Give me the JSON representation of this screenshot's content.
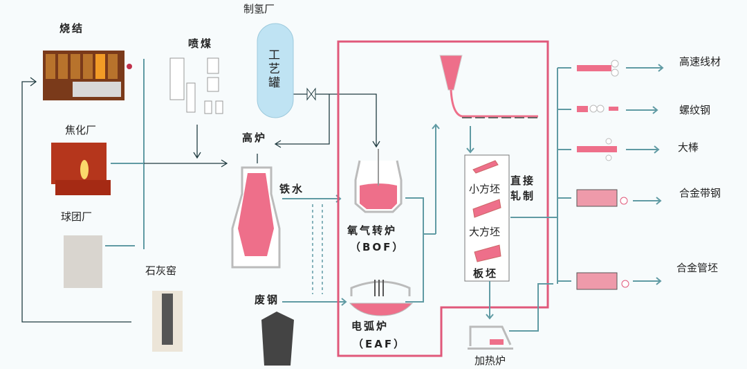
{
  "title": "钢铁生产工艺流程",
  "colors": {
    "accent": "#e0587a",
    "line": "#5f9aa3",
    "steel": "#ee6f8a",
    "tank": "#bfe3f3"
  },
  "raw_materials": {
    "sintering": "烧结",
    "coking": "焦化厂",
    "pellet": "球团厂",
    "lime_kiln": "石灰窑",
    "coal_injection": "喷煤",
    "hydrogen_plant": "制氢厂",
    "process_tank": "工艺罐"
  },
  "ironmaking": {
    "blast_furnace": "高炉",
    "hot_metal": "铁水",
    "scrap": "废钢"
  },
  "steelmaking": {
    "bof": "氧气转炉",
    "bof_abbr": "（BOF）",
    "eaf": "电弧炉",
    "eaf_abbr": "（EAF）"
  },
  "casting": {
    "billet": "小方坯",
    "bloom": "大方坯",
    "slab": "板坯",
    "direct_rolling_1": "直接",
    "direct_rolling_2": "轧制",
    "reheating_furnace": "加热炉"
  },
  "products": [
    "高速线材",
    "螺纹钢",
    "大棒",
    "合金带钢",
    "合金管坯"
  ]
}
